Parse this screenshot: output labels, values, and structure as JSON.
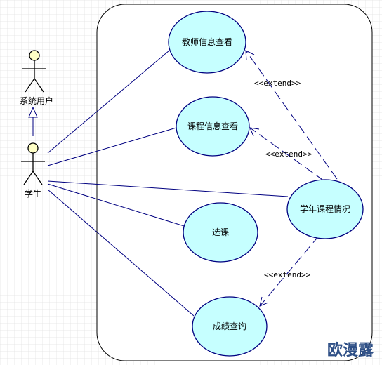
{
  "diagram": {
    "actors": [
      {
        "id": "system_user",
        "label": "系统用户"
      },
      {
        "id": "student",
        "label": "学生"
      }
    ],
    "use_cases": [
      {
        "id": "teacher_info",
        "label": "教师信息查看"
      },
      {
        "id": "course_info",
        "label": "课程信息查看"
      },
      {
        "id": "course_select",
        "label": "选课"
      },
      {
        "id": "year_course",
        "label": "学年课程情况"
      },
      {
        "id": "grade_query",
        "label": "成绩查询"
      }
    ],
    "relations": [
      {
        "type": "generalization",
        "from": "student",
        "to": "system_user"
      },
      {
        "type": "association",
        "from": "student",
        "to": "teacher_info"
      },
      {
        "type": "association",
        "from": "student",
        "to": "course_info"
      },
      {
        "type": "association",
        "from": "student",
        "to": "course_select"
      },
      {
        "type": "association",
        "from": "student",
        "to": "year_course"
      },
      {
        "type": "association",
        "from": "student",
        "to": "grade_query"
      },
      {
        "type": "extend",
        "from": "year_course",
        "to": "teacher_info",
        "label": "<<extend>>"
      },
      {
        "type": "extend",
        "from": "year_course",
        "to": "course_info",
        "label": "<<extend>>"
      },
      {
        "type": "extend",
        "from": "year_course",
        "to": "grade_query",
        "label": "<<extend>>"
      }
    ],
    "colors": {
      "use_case_fill": "#c6ffff",
      "actor_head_fill": "#ffffc6",
      "line": "#000080",
      "grid": "#e3e3e3",
      "watermark": "#2e4f86"
    },
    "watermark": "欧漫露"
  }
}
